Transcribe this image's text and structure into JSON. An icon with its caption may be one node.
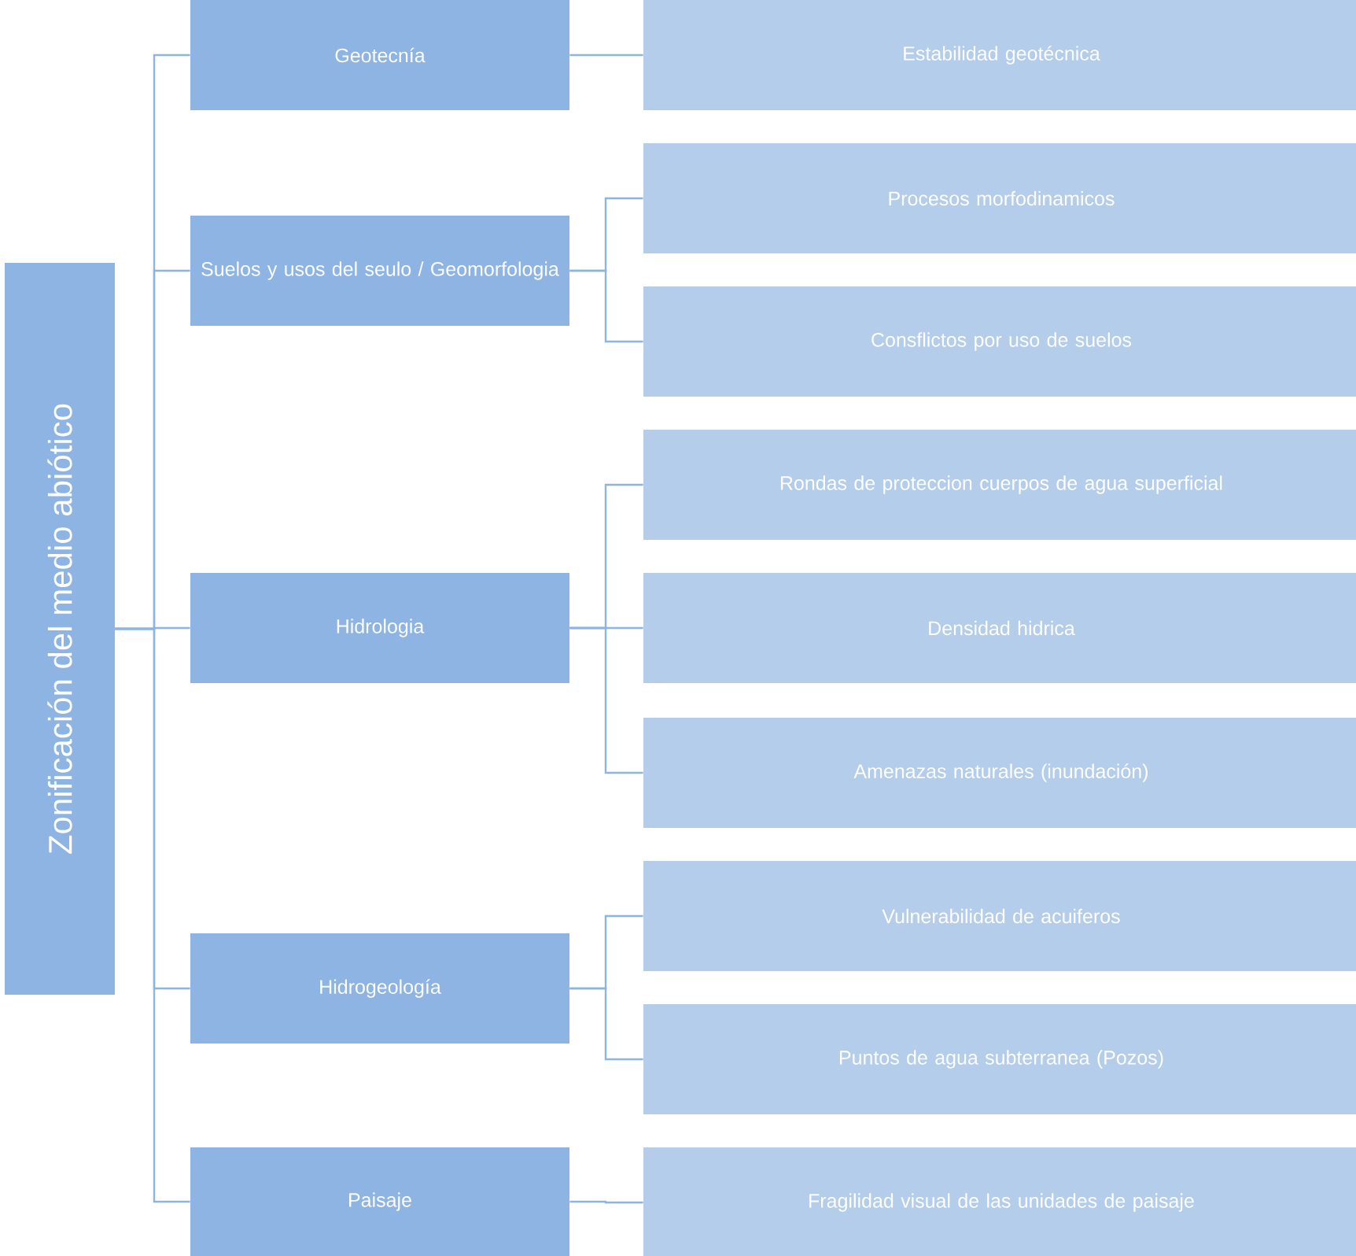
{
  "diagram": {
    "nodes": [
      {
        "text": [
          "Zonificación del medio abiótico"
        ]
      },
      {
        "text": [
          "Geotecnía"
        ]
      },
      {
        "text": [
          "Estabilidad geotécnica"
        ]
      },
      {
        "text": [
          "Suelos y usos del seulo / Geomorfologia"
        ]
      },
      {
        "text": [
          "Procesos morfodinamicos"
        ]
      },
      {
        "text": [
          "Consflictos por uso de suelos"
        ]
      },
      {
        "text": [
          "Hidrologia"
        ]
      },
      {
        "text": [
          "Rondas de proteccion cuerpos de agua superficial"
        ]
      },
      {
        "text": [
          "Densidad hidrica"
        ]
      },
      {
        "text": [
          "Amenazas naturales (inundación)"
        ]
      },
      {
        "text": [
          "Hidrogeología"
        ]
      },
      {
        "text": [
          "Vulnerabilidad de acuiferos"
        ]
      },
      {
        "text": [
          "Puntos de agua subterranea (Pozos)"
        ]
      },
      {
        "text": [
          "Paisaje"
        ]
      },
      {
        "text": [
          "Fragilidad visual de las unidades de paisaje"
        ]
      }
    ],
    "edges": [
      {
        "from": 0,
        "to": 1,
        "arrow": "none"
      },
      {
        "from": 0,
        "to": 3,
        "arrow": "none"
      },
      {
        "from": 0,
        "to": 6,
        "arrow": "none"
      },
      {
        "from": 0,
        "to": 10,
        "arrow": "none"
      },
      {
        "from": 0,
        "to": 13,
        "arrow": "none"
      },
      {
        "from": 1,
        "to": 2,
        "arrow": "none"
      },
      {
        "from": 3,
        "to": 4,
        "arrow": "none"
      },
      {
        "from": 3,
        "to": 5,
        "arrow": "none"
      },
      {
        "from": 6,
        "to": 7,
        "arrow": "none"
      },
      {
        "from": 6,
        "to": 8,
        "arrow": "none"
      },
      {
        "from": 6,
        "to": 9,
        "arrow": "none"
      },
      {
        "from": 10,
        "to": 11,
        "arrow": "none"
      },
      {
        "from": 10,
        "to": 12,
        "arrow": "none"
      },
      {
        "from": 13,
        "to": 14,
        "arrow": "none"
      }
    ]
  }
}
